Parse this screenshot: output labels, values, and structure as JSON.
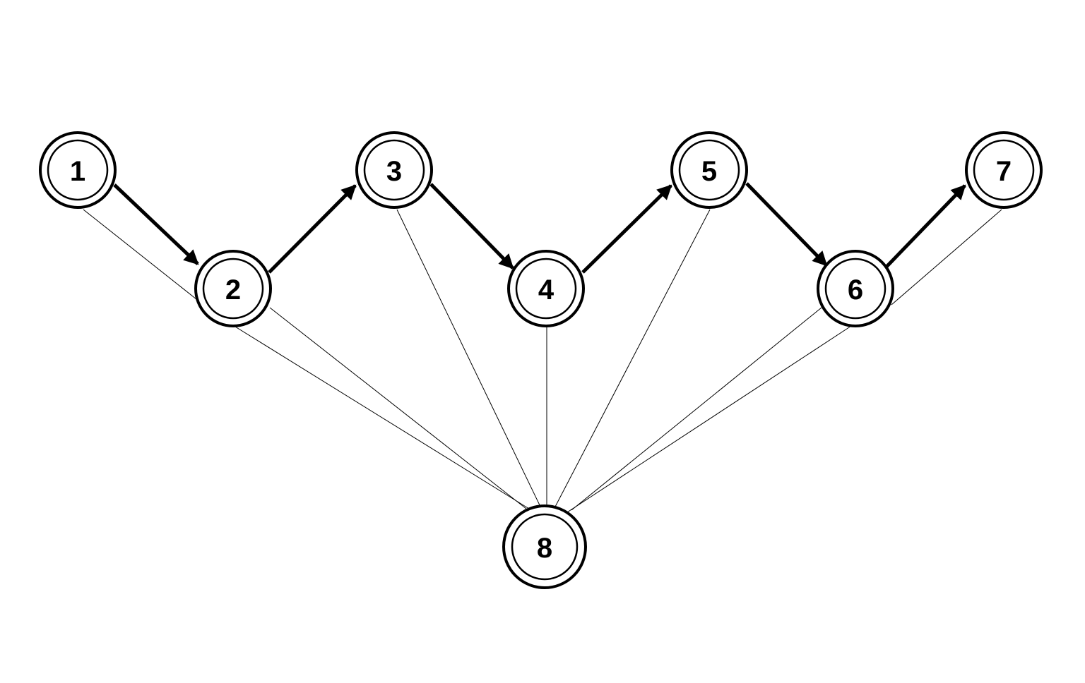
{
  "diagram": {
    "nodes": [
      {
        "id": "1",
        "label": "1"
      },
      {
        "id": "2",
        "label": "2"
      },
      {
        "id": "3",
        "label": "3"
      },
      {
        "id": "4",
        "label": "4"
      },
      {
        "id": "5",
        "label": "5"
      },
      {
        "id": "6",
        "label": "6"
      },
      {
        "id": "7",
        "label": "7"
      },
      {
        "id": "8",
        "label": "8"
      }
    ],
    "directed_edges": [
      {
        "from": "1",
        "to": "2"
      },
      {
        "from": "2",
        "to": "3"
      },
      {
        "from": "3",
        "to": "4"
      },
      {
        "from": "4",
        "to": "5"
      },
      {
        "from": "5",
        "to": "6"
      },
      {
        "from": "6",
        "to": "7"
      }
    ],
    "undirected_edges": [
      {
        "from": "1",
        "to": "2"
      },
      {
        "from": "2",
        "to": "8"
      },
      {
        "from": "3",
        "to": "8"
      },
      {
        "from": "4",
        "to": "8"
      },
      {
        "from": "5",
        "to": "8"
      },
      {
        "from": "6",
        "to": "8"
      },
      {
        "from": "6",
        "to": "7"
      }
    ],
    "colors": {
      "stroke": "#000000",
      "node_fill": "#ffffff",
      "background": "#ffffff"
    }
  }
}
